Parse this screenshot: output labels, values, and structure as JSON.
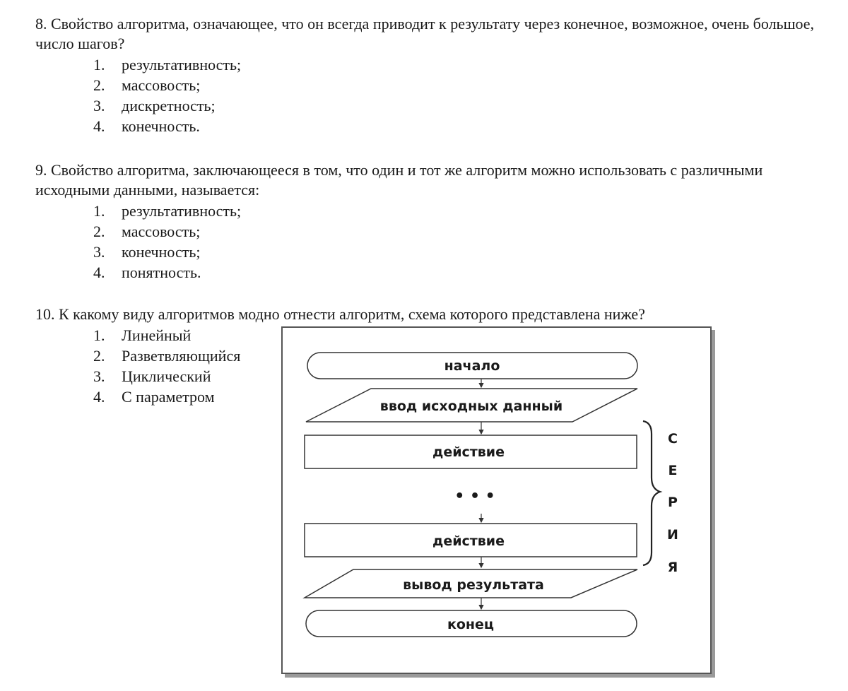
{
  "questions": [
    {
      "text": "8. Свойство алгоритма, означающее, что он всегда приводит к результату через конечное, возможное, очень большое, число шагов?",
      "options": [
        {
          "num": "1.",
          "text": "результативность;"
        },
        {
          "num": "2.",
          "text": "массовость;"
        },
        {
          "num": "3.",
          "text": "дискретность;"
        },
        {
          "num": "4.",
          "text": "конечность."
        }
      ]
    },
    {
      "text": "9. Свойство алгоритма, заключающееся в том, что один и тот же алгоритм можно использовать с различными исходными данными, называется:",
      "options": [
        {
          "num": "1.",
          "text": "результативность;"
        },
        {
          "num": "2.",
          "text": "массовость;"
        },
        {
          "num": "3.",
          "text": "конечность;"
        },
        {
          "num": "4.",
          "text": "понятность."
        }
      ]
    },
    {
      "text": "10. К какому виду алгоритмов модно отнести алгоритм, схема которого представлена ниже?",
      "options": [
        {
          "num": "1.",
          "text": "Линейный"
        },
        {
          "num": "2.",
          "text": "Разветвляющийся"
        },
        {
          "num": "3.",
          "text": "Циклический"
        },
        {
          "num": "4.",
          "text": "С параметром"
        }
      ]
    }
  ],
  "flowchart": {
    "start": "начало",
    "input": "ввод исходных данный",
    "action_1": "действие",
    "ellipsis": "• • •",
    "action_2": "действие",
    "output": "вывод результата",
    "end": "конец",
    "series_letters": [
      "С",
      "Е",
      "Р",
      "И",
      "Я"
    ]
  }
}
